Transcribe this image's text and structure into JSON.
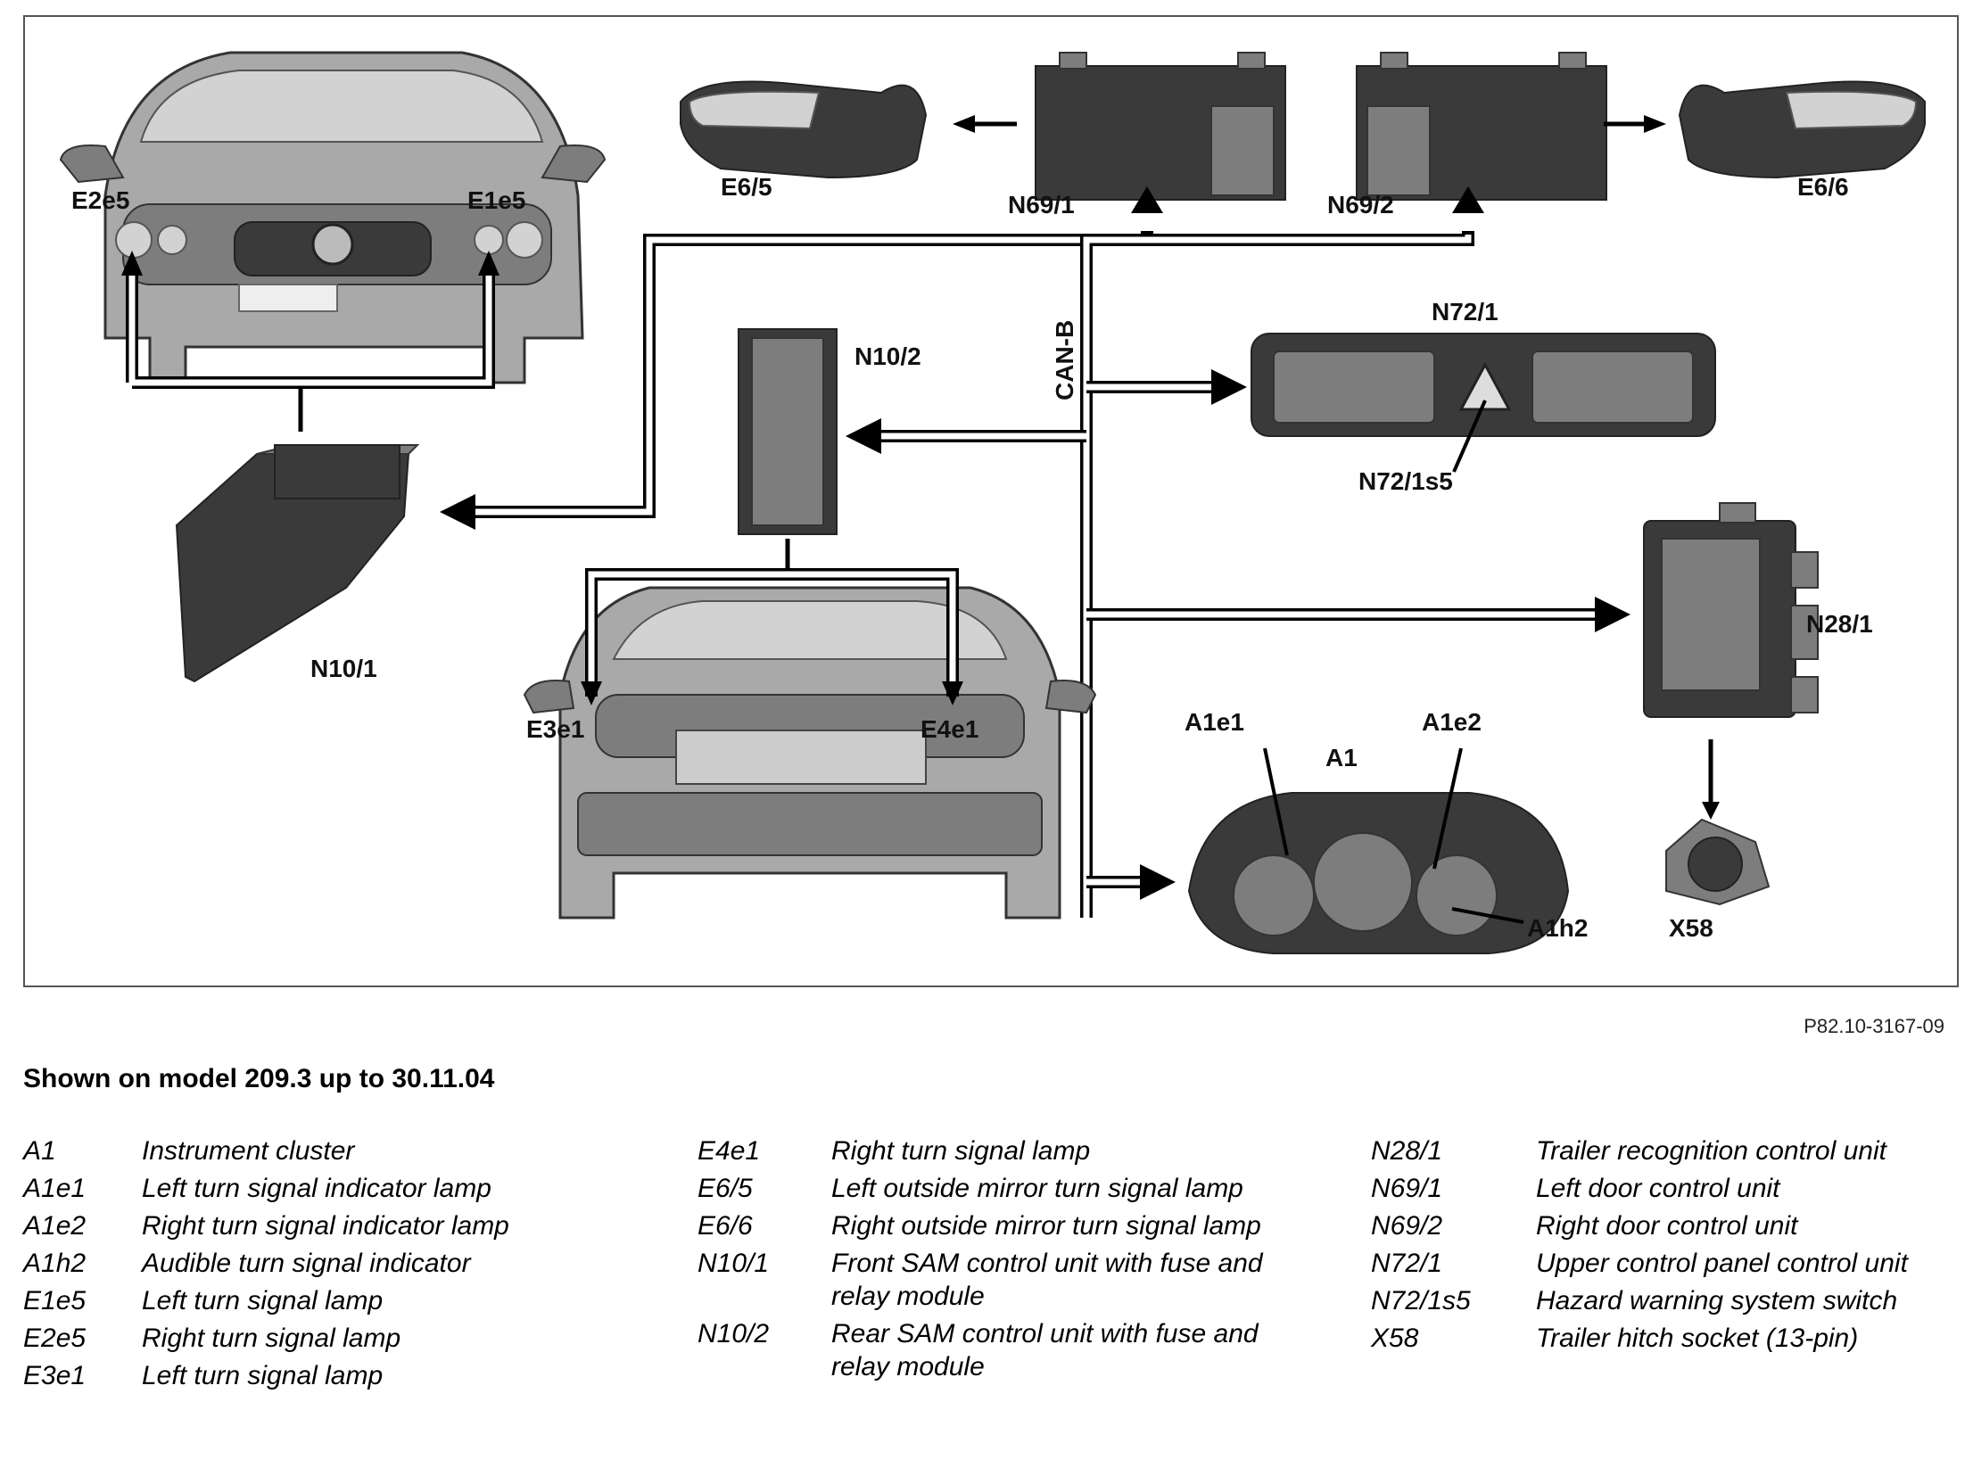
{
  "diagram": {
    "labels": {
      "E2e5": "E2e5",
      "E1e5": "E1e5",
      "E6_5": "E6/5",
      "N69_1": "N69/1",
      "N69_2": "N69/2",
      "E6_6": "E6/6",
      "N10_2": "N10/2",
      "CAN_B": "CAN-B",
      "N72_1": "N72/1",
      "N72_1s5": "N72/1s5",
      "N10_1": "N10/1",
      "N28_1": "N28/1",
      "E3e1": "E3e1",
      "E4e1": "E4e1",
      "A1e1": "A1e1",
      "A1e2": "A1e2",
      "A1": "A1",
      "A1h2": "A1h2",
      "X58": "X58"
    }
  },
  "reference_code": "P82.10-3167-09",
  "model_note": "Shown on model 209.3 up to 30.11.04",
  "legend": {
    "col1": [
      {
        "code": "A1",
        "desc": "Instrument cluster"
      },
      {
        "code": "A1e1",
        "desc": "Left turn signal indicator lamp"
      },
      {
        "code": "A1e2",
        "desc": "Right turn signal indicator lamp"
      },
      {
        "code": "A1h2",
        "desc": "Audible turn signal indicator"
      },
      {
        "code": "E1e5",
        "desc": "Left turn signal lamp"
      },
      {
        "code": "E2e5",
        "desc": "Right turn signal lamp"
      },
      {
        "code": "E3e1",
        "desc": "Left turn signal lamp"
      }
    ],
    "col2": [
      {
        "code": "E4e1",
        "desc": "Right turn signal lamp"
      },
      {
        "code": "E6/5",
        "desc": "Left outside mirror turn signal lamp"
      },
      {
        "code": "E6/6",
        "desc": "Right outside mirror turn signal lamp"
      },
      {
        "code": "N10/1",
        "desc": "Front SAM control unit with fuse and relay module"
      },
      {
        "code": "N10/2",
        "desc": "Rear SAM control unit with fuse and relay module"
      }
    ],
    "col3": [
      {
        "code": "N28/1",
        "desc": "Trailer recognition control unit"
      },
      {
        "code": "N69/1",
        "desc": "Left door control unit"
      },
      {
        "code": "N69/2",
        "desc": "Right door control unit"
      },
      {
        "code": "N72/1",
        "desc": "Upper control panel control unit"
      },
      {
        "code": "N72/1s5",
        "desc": "Hazard warning system switch"
      },
      {
        "code": "X58",
        "desc": "Trailer hitch socket (13-pin)"
      }
    ]
  }
}
